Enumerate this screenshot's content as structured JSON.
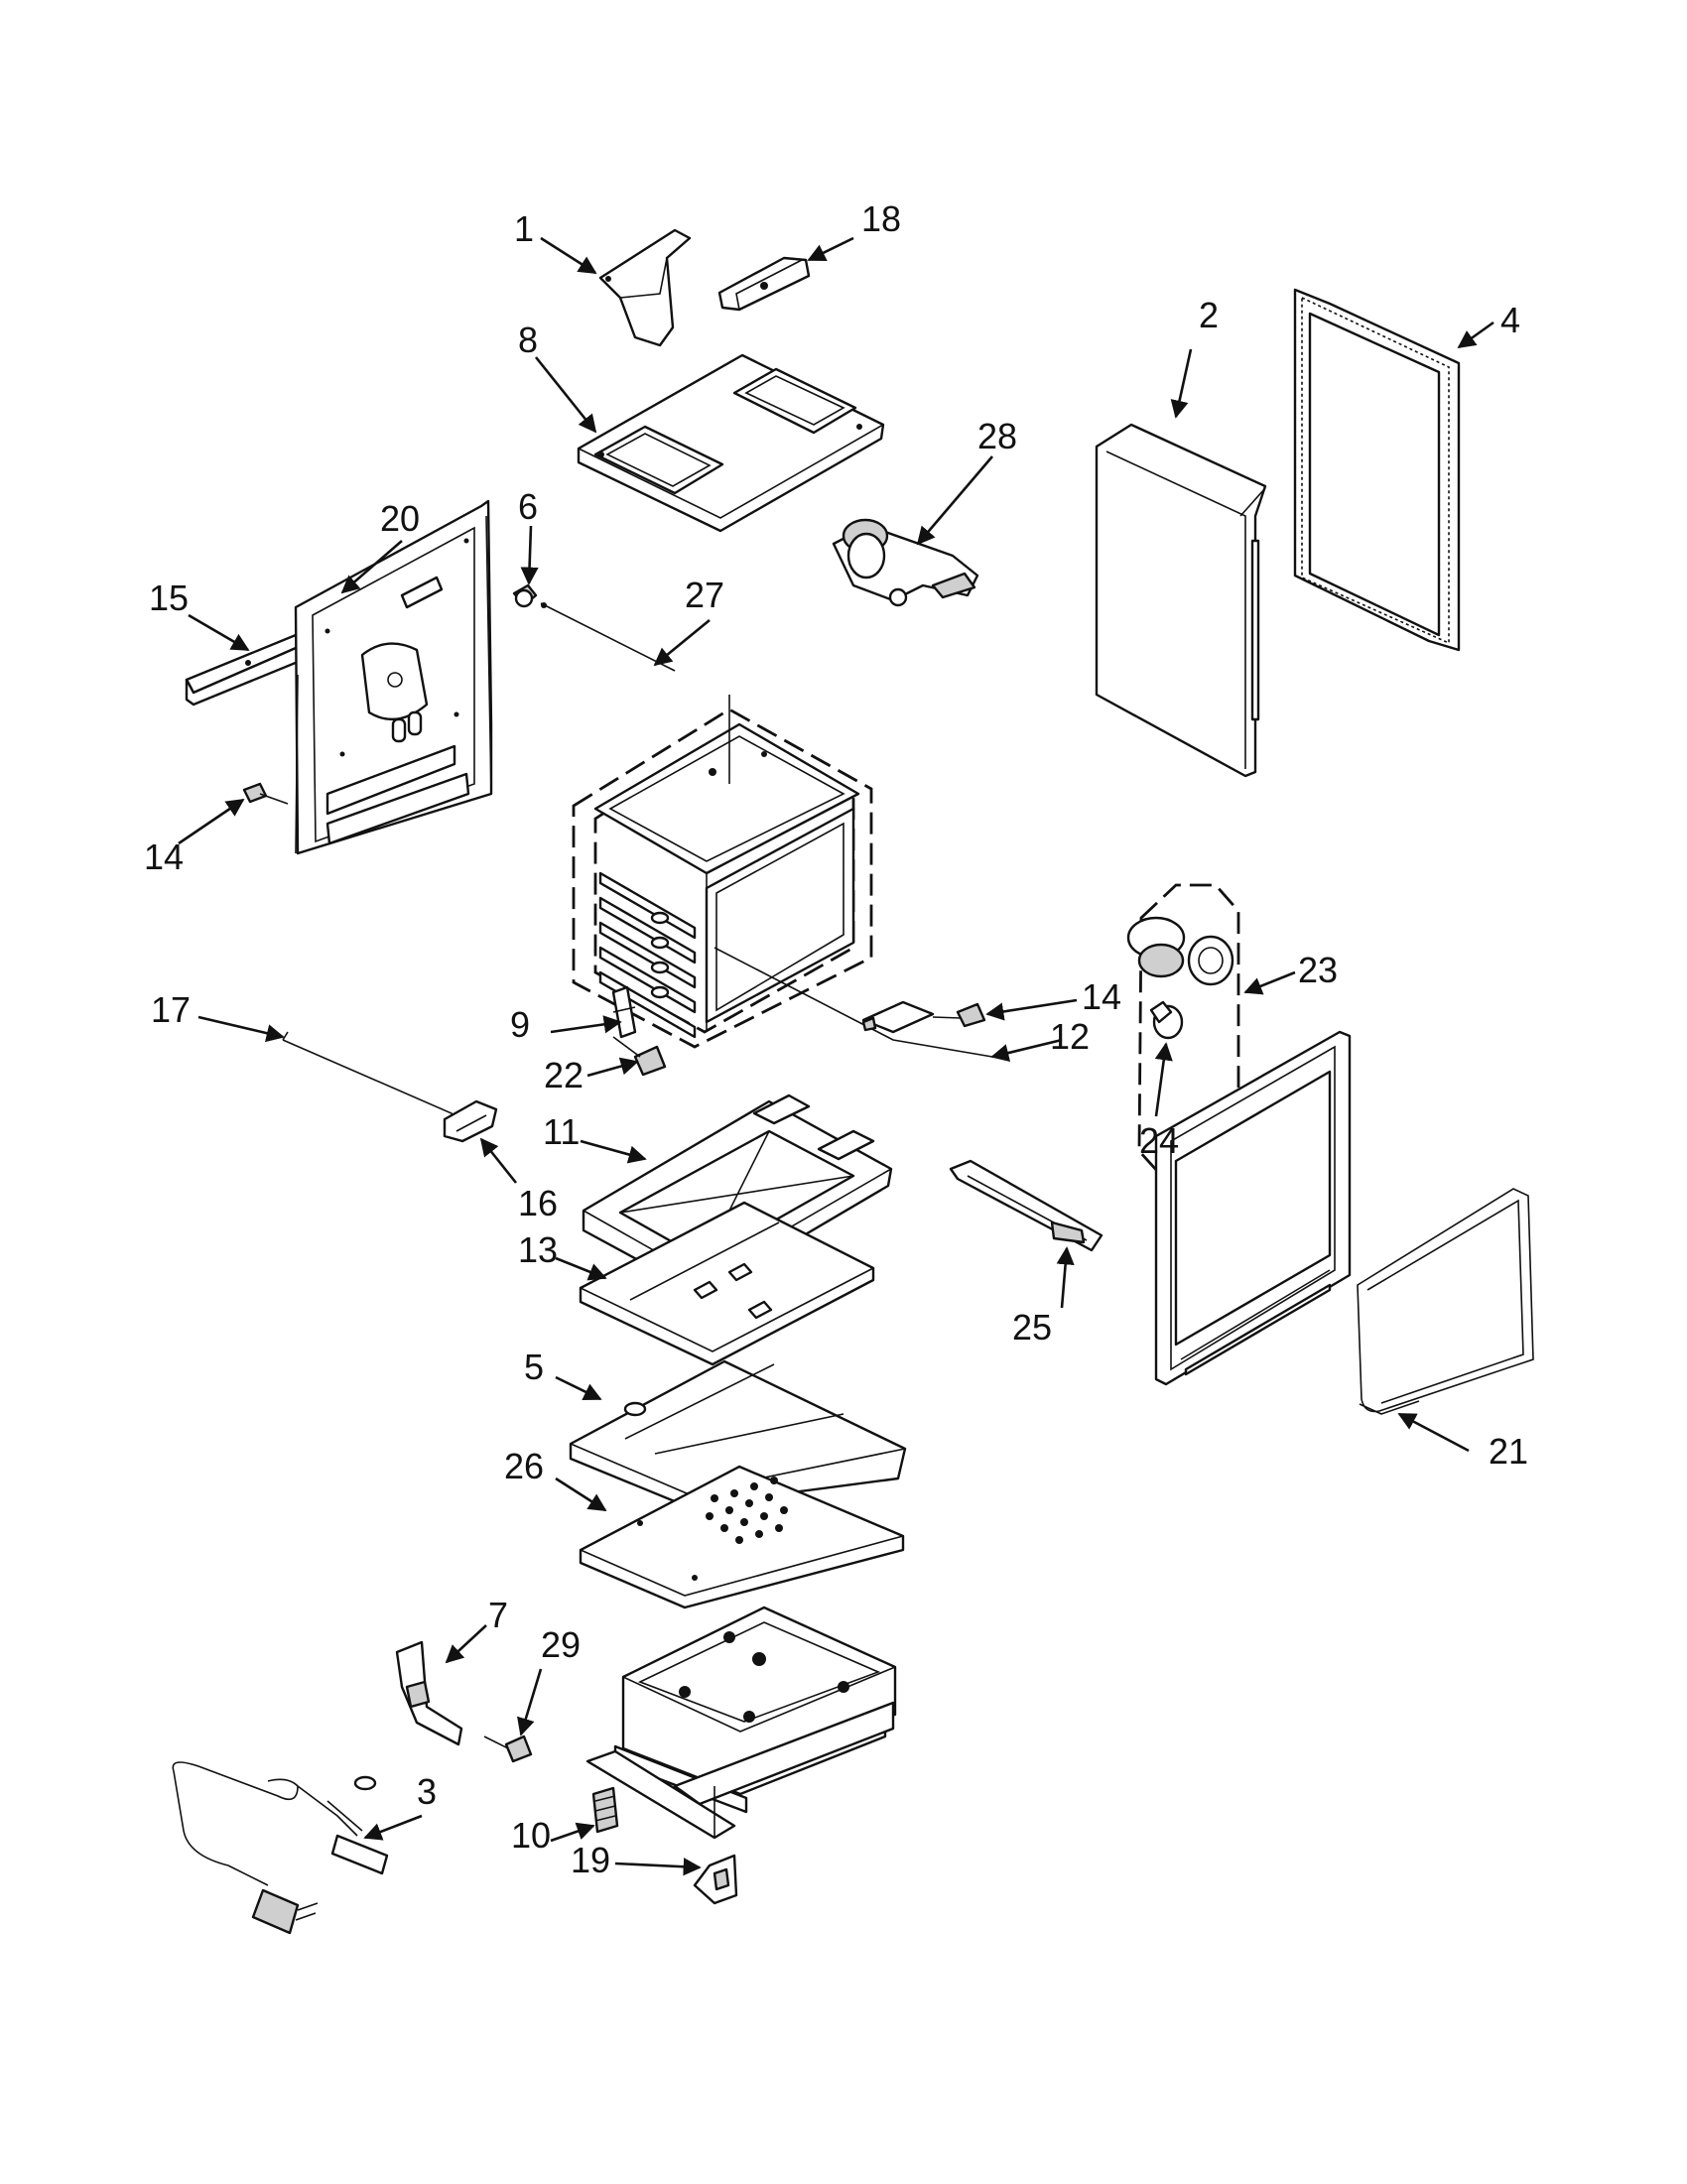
{
  "diagram": {
    "type": "exploded-parts-diagram",
    "callouts": [
      {
        "id": "c1",
        "label": "1"
      },
      {
        "id": "c2",
        "label": "2"
      },
      {
        "id": "c3",
        "label": "3"
      },
      {
        "id": "c4",
        "label": "4"
      },
      {
        "id": "c5",
        "label": "5"
      },
      {
        "id": "c6",
        "label": "6"
      },
      {
        "id": "c7",
        "label": "7"
      },
      {
        "id": "c8",
        "label": "8"
      },
      {
        "id": "c9",
        "label": "9"
      },
      {
        "id": "c10",
        "label": "10"
      },
      {
        "id": "c11",
        "label": "11"
      },
      {
        "id": "c12",
        "label": "12"
      },
      {
        "id": "c13",
        "label": "13"
      },
      {
        "id": "c14a",
        "label": "14"
      },
      {
        "id": "c14b",
        "label": "14"
      },
      {
        "id": "c15",
        "label": "15"
      },
      {
        "id": "c16",
        "label": "16"
      },
      {
        "id": "c17",
        "label": "17"
      },
      {
        "id": "c18",
        "label": "18"
      },
      {
        "id": "c19",
        "label": "19"
      },
      {
        "id": "c20",
        "label": "20"
      },
      {
        "id": "c21",
        "label": "21"
      },
      {
        "id": "c22",
        "label": "22"
      },
      {
        "id": "c23",
        "label": "23"
      },
      {
        "id": "c24",
        "label": "24"
      },
      {
        "id": "c25",
        "label": "25"
      },
      {
        "id": "c26",
        "label": "26"
      },
      {
        "id": "c27",
        "label": "27"
      },
      {
        "id": "c28",
        "label": "28"
      },
      {
        "id": "c29",
        "label": "29"
      }
    ]
  }
}
